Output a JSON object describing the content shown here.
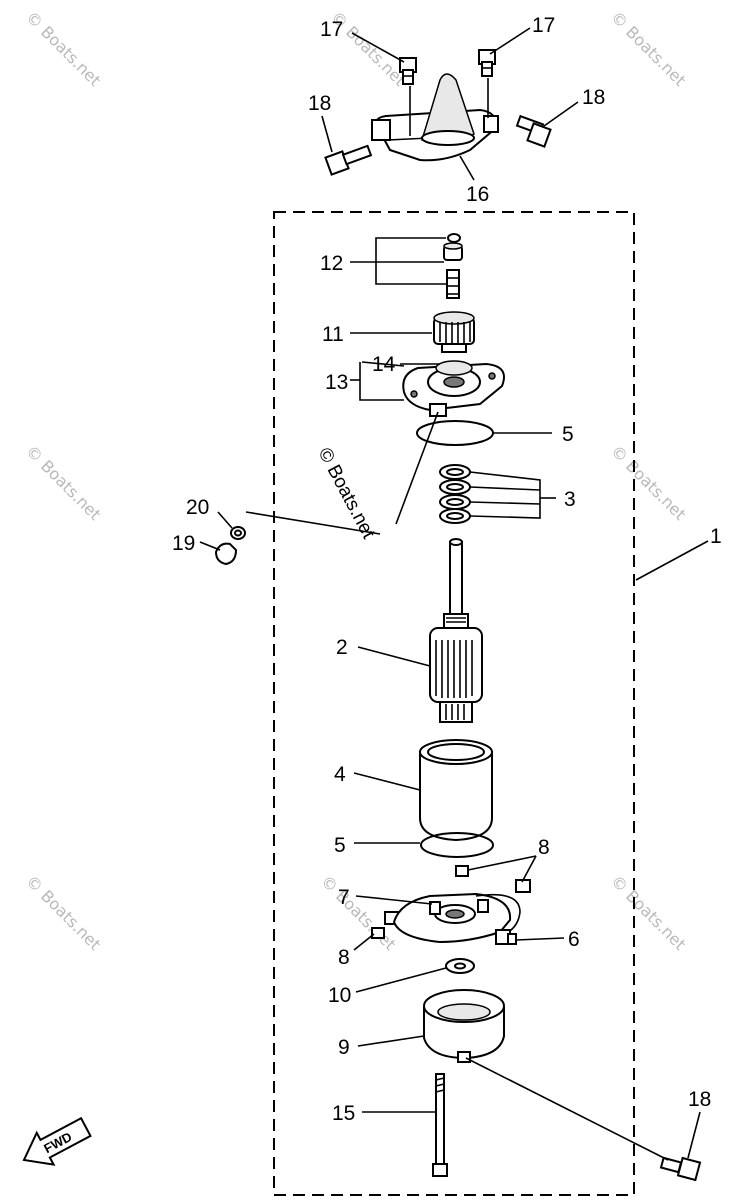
{
  "labels": {
    "p1": "1",
    "p2": "2",
    "p3": "3",
    "p4": "4",
    "p5a": "5",
    "p5b": "5",
    "p6": "6",
    "p7": "7",
    "p8a": "8",
    "p8b": "8",
    "p9": "9",
    "p10": "10",
    "p11": "11",
    "p12": "12",
    "p13": "13",
    "p14": "14",
    "p15": "15",
    "p16": "16",
    "p17a": "17",
    "p17b": "17",
    "p18a": "18",
    "p18b": "18",
    "p18c": "18",
    "p19": "19",
    "p20": "20"
  },
  "watermark": {
    "text": "© Boats.net"
  },
  "fwd_label": "FWD"
}
